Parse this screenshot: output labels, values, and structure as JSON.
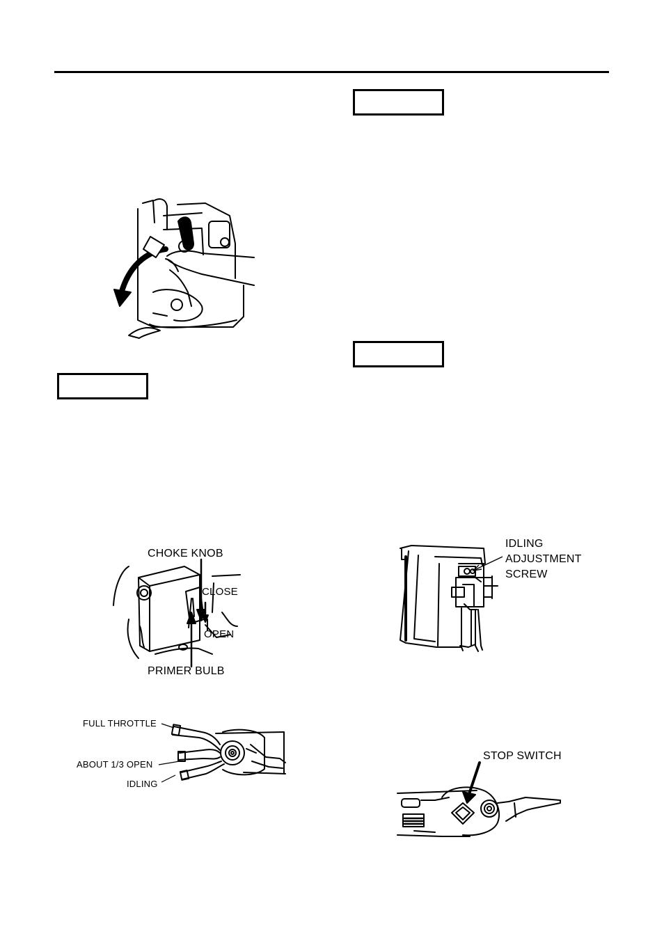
{
  "header": {
    "rule": true
  },
  "figures": {
    "recoil_start": {
      "icon": "recoil-starter-pull-illustration"
    },
    "choke": {
      "labels": {
        "choke_knob": "CHOKE  KNOB",
        "close": "CLOSE",
        "open": "OPEN",
        "primer_bulb": "PRIMER  BULB"
      }
    },
    "throttle": {
      "labels": {
        "full_throttle": "FULL THROTTLE",
        "about_open": "ABOUT 1/3 OPEN",
        "idling": "IDLING"
      }
    },
    "idle_screw": {
      "labels": {
        "line1": "IDLING",
        "line2": "ADJUSTMENT",
        "line3": "SCREW"
      }
    },
    "stop_switch": {
      "labels": {
        "stop_switch": "STOP  SWITCH"
      }
    }
  },
  "notice_boxes": [
    "",
    "",
    ""
  ]
}
